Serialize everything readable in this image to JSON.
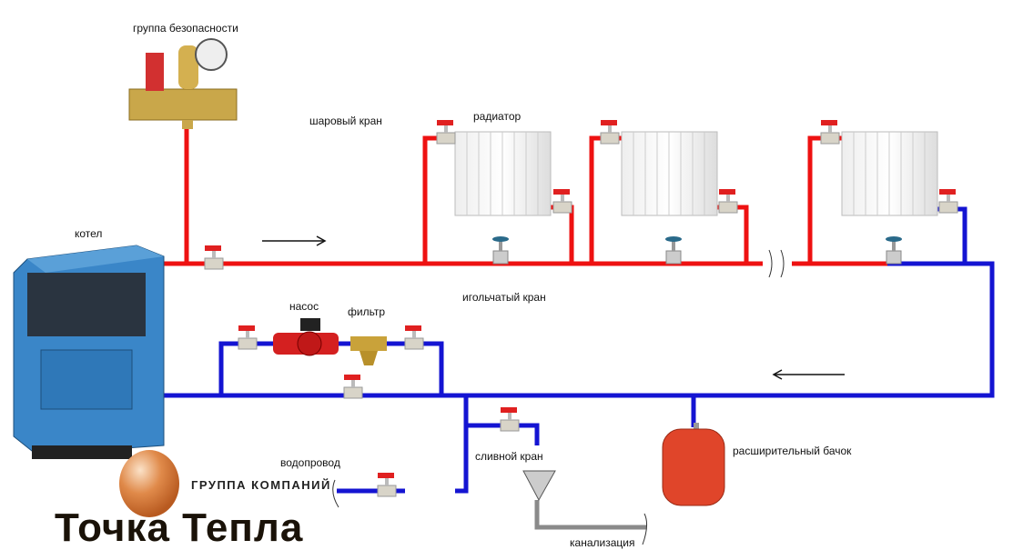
{
  "labels": {
    "safety_group": "группа безопасности",
    "ball_valve": "шаровый кран",
    "radiator": "радиатор",
    "boiler": "котел",
    "pump": "насос",
    "filter": "фильтр",
    "needle_valve": "игольчатый кран",
    "water_supply": "водопровод",
    "drain_valve": "сливной кран",
    "expansion_tank": "расширительный бачок",
    "sewer": "канализация"
  },
  "brand": {
    "subtitle": "ГРУППА КОМПАНИЙ",
    "name": "Точка Тепла"
  },
  "colors": {
    "supply": "#ee1111",
    "return": "#1414d2",
    "sewer_pipe": "#8a8a8a",
    "boiler": "#3a86c8",
    "tank": "#e0452a",
    "logo_ball": "#d9773a"
  }
}
